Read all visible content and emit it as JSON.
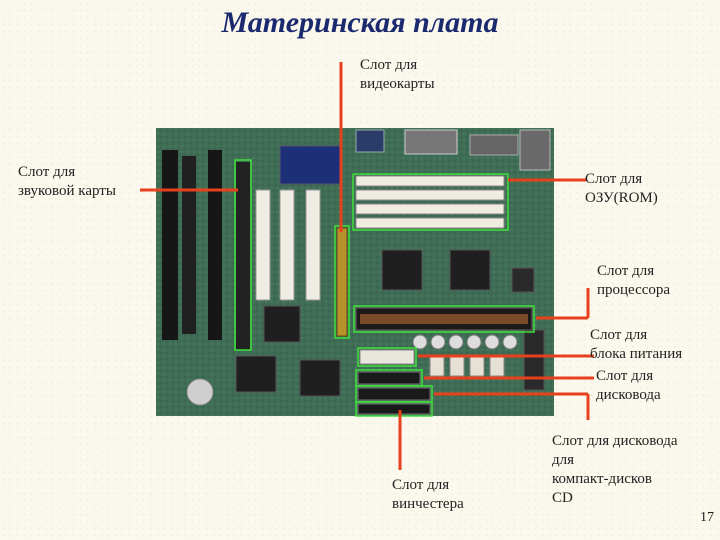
{
  "title": "Материнская плата",
  "labels": {
    "video": [
      "Слот для",
      "видеокарты"
    ],
    "sound": [
      "Слот для",
      "звуковой карты"
    ],
    "ram": [
      "Слот для",
      "ОЗУ(ROM)"
    ],
    "cpu": [
      "Слот для",
      "процессора"
    ],
    "power": [
      "Слот для",
      "блока питания"
    ],
    "floppy": [
      "Слот для",
      "дисковода"
    ],
    "cdrom": [
      "Слот для дисковода",
      "для",
      "компакт-дисков",
      "CD"
    ],
    "hdd": [
      "Слот для",
      "винчестера"
    ]
  },
  "page_number": "17",
  "colors": {
    "title": "#1b2a6e",
    "pointer": "#e8401c",
    "highlight": "#3fe23a",
    "board": "#3f6c55"
  }
}
